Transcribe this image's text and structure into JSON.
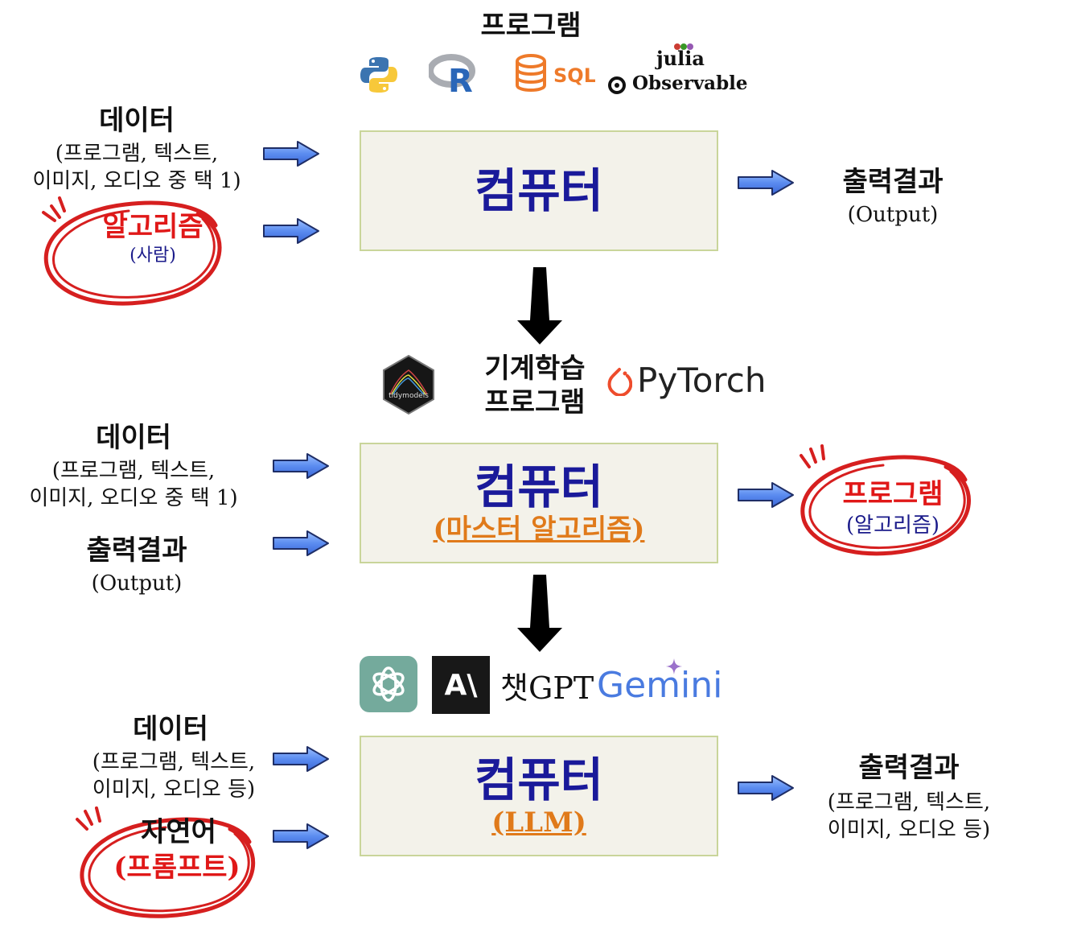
{
  "top": {
    "program_label": "프로그램",
    "logos": {
      "sql": "SQL",
      "julia": "julia",
      "observable": "Observable",
      "r": "R"
    }
  },
  "row1": {
    "input_title": "데이터",
    "input_sub1": "(프로그램, 텍스트,",
    "input_sub2": "이미지, 오디오 중 택 1)",
    "algo_title": "알고리즘",
    "algo_sub": "(사람)",
    "box_title": "컴퓨터",
    "output_title": "출력결과",
    "output_sub": "(Output)"
  },
  "mid": {
    "ml_label1": "기계학습",
    "ml_label2": "프로그램",
    "tidymodels": "tidymodels",
    "pytorch": "PyTorch"
  },
  "row2": {
    "input_title": "데이터",
    "input_sub1": "(프로그램, 텍스트,",
    "input_sub2": "이미지, 오디오 중 택 1)",
    "output_in_title": "출력결과",
    "output_in_sub": "(Output)",
    "box_title": "컴퓨터",
    "box_sub": "(마스터 알고리즘)",
    "result_title": "프로그램",
    "result_sub": "(알고리즘)"
  },
  "llm_logos": {
    "anthropic": "A\\",
    "chatgpt": "챗GPT",
    "gemini": "Gemini"
  },
  "row3": {
    "input_title": "데이터",
    "input_sub1": "(프로그램, 텍스트,",
    "input_sub2": "이미지, 오디오 등)",
    "nl_title": "자연어",
    "nl_sub": "(프롬프트)",
    "box_title": "컴퓨터",
    "box_sub": "(LLM)",
    "output_title": "출력결과",
    "output_sub1": "(프로그램, 텍스트,",
    "output_sub2": "이미지, 오디오 등)"
  },
  "colors": {
    "box_fill": "#f3f2ea",
    "box_border": "#c9d59a",
    "box_title": "#1a1a9a",
    "box_sub": "#e07a1a",
    "highlight_red": "#e01818",
    "arrow_blue": "#5b8cf0"
  }
}
